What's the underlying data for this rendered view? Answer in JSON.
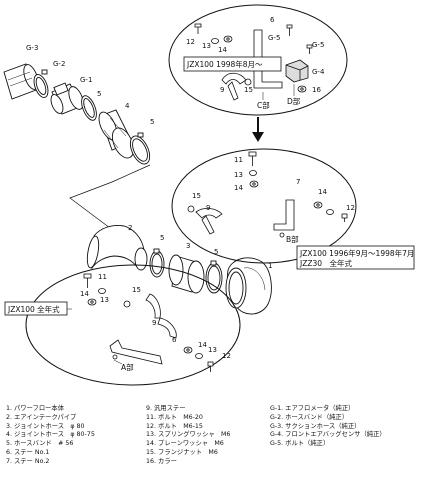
{
  "parts_legend": {
    "col1": [
      "1. パワーフロー本体",
      "2. エアインテークパイプ",
      "3. ジョイントホース　φ 80",
      "4. ジョイントホース　φ 80-75",
      "5. ホースバンド　# 56",
      "6. ステー No.1",
      "7. ステー No.2"
    ],
    "col2": [
      "9. 汎用ステー",
      "11. ボルト　M6-20",
      "12. ボルト　M6-15",
      "13. スプリングワッシャ　M6",
      "14. プレーンワッシャ　M6",
      "15. フランジナット　M6",
      "16. カラー"
    ],
    "col3": [
      "G-1. エアフロメータ（純正）",
      "G-2. ホースバンド（純正）",
      "G-3. サクションホース（純正）",
      "G-4. フロントエアバッグセンサ（純正）",
      "G-5. ボルト（純正）"
    ]
  },
  "variant_labels": {
    "top": "JZX100 1998年8月～",
    "middle_line1": "JZX100 1996年9月～1998年7月",
    "middle_line2": "JZZ30　全年式",
    "bottom": "JZX100 全年式"
  },
  "section_labels": {
    "c": "C部",
    "d": "D部",
    "b": "B部",
    "a": "A部"
  },
  "callouts": {
    "g3": "G-3",
    "g2": "G-2",
    "g1": "G-1",
    "p5a": "5",
    "p4": "4",
    "p5b": "5",
    "p2": "2",
    "p5c": "5",
    "p3": "3",
    "p5d": "5",
    "p1": "1",
    "t12": "12",
    "t13": "13",
    "t14": "14",
    "t6": "6",
    "tg5a": "G-5",
    "tg5b": "G-5",
    "tg4": "G-4",
    "t16": "16",
    "t9": "9",
    "t15": "15",
    "m11": "11",
    "m13": "13",
    "m14a": "14",
    "m7": "7",
    "m15": "15",
    "m9": "9",
    "m14b": "14",
    "m12": "12",
    "b11": "11",
    "b14a": "14",
    "b13": "13",
    "b15": "15",
    "b9": "9",
    "b6": "6",
    "b14b": "14",
    "b13b": "13",
    "b12": "12"
  }
}
